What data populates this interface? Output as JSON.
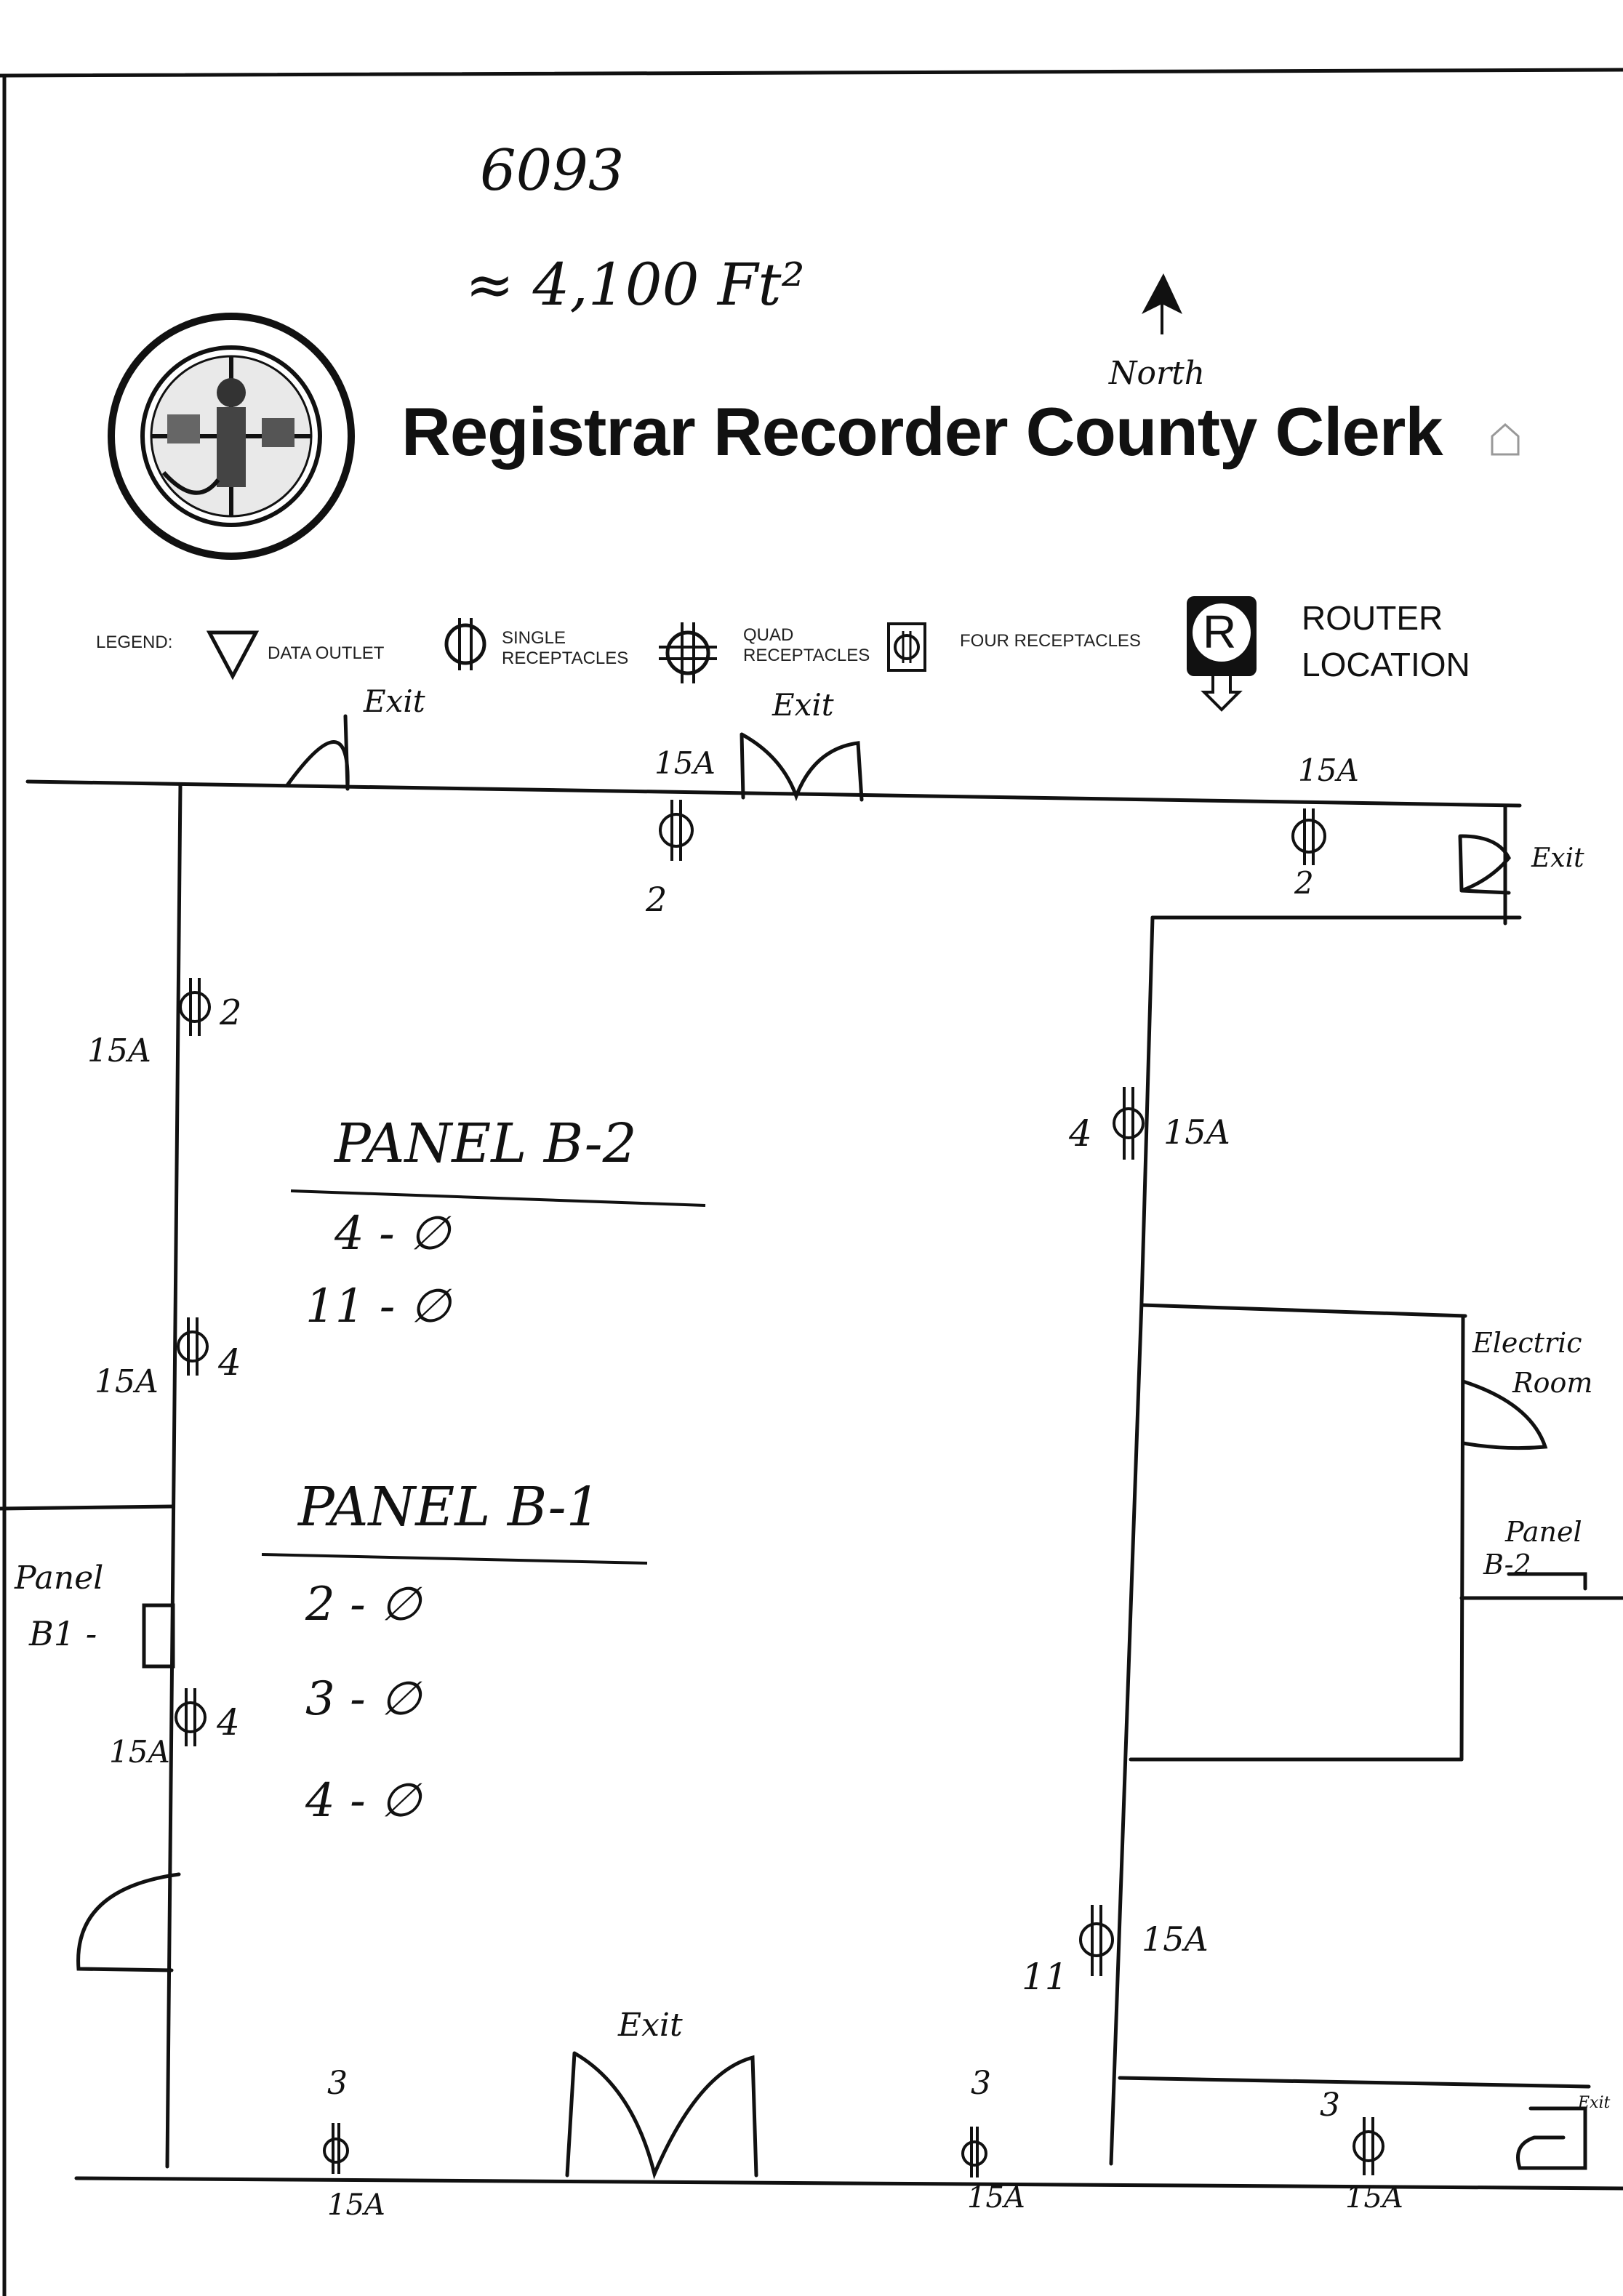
{
  "header": {
    "job_number": "6093",
    "area": "≈ 4,100 Ft²",
    "north_label": "North",
    "title": "Registrar Recorder County Clerk"
  },
  "legend": {
    "label": "LEGEND:",
    "data_outlet": "DATA OUTLET",
    "single": "SINGLE RECEPTACLES",
    "quad": "QUAD RECEPTACLES",
    "four": "FOUR RECEPTACLES",
    "router": "ROUTER LOCATION",
    "router_glyph": "R"
  },
  "plan": {
    "exits": {
      "top_left": "Exit",
      "top_center": "Exit",
      "right_top": "Exit",
      "bottom": "Exit",
      "bottom_right": "Exit"
    },
    "receptacles": {
      "top_center": {
        "amps": "15A",
        "count": "2"
      },
      "top_right": {
        "amps": "15A",
        "count": "2"
      },
      "left_upper": {
        "amps": "15A",
        "count": "2"
      },
      "left_middle": {
        "amps": "15A",
        "count": "4"
      },
      "left_lower": {
        "amps": "15A",
        "count": "4"
      },
      "inner_upper": {
        "amps": "15A",
        "count": "4"
      },
      "inner_lower": {
        "amps": "15A",
        "count": "11"
      },
      "bottom_left": {
        "amps": "15A",
        "count": "3"
      },
      "bottom_center": {
        "amps": "15A",
        "count": "3"
      },
      "bottom_right": {
        "amps": "15A",
        "count": "3"
      }
    },
    "panel_b2": {
      "title": "PANEL B-2",
      "lines": [
        "4 - ∅",
        "11 - ∅"
      ]
    },
    "panel_b1": {
      "title": "PANEL B-1",
      "lines": [
        "2 - ∅",
        "3 - ∅",
        "4 - ∅"
      ]
    },
    "panel_b1_label": {
      "line1": "Panel",
      "line2": "B1 -"
    },
    "electric_room": {
      "line1": "Electric",
      "line2": "Room"
    },
    "panel_b2_label": {
      "line1": "Panel",
      "line2": "B-2"
    }
  }
}
